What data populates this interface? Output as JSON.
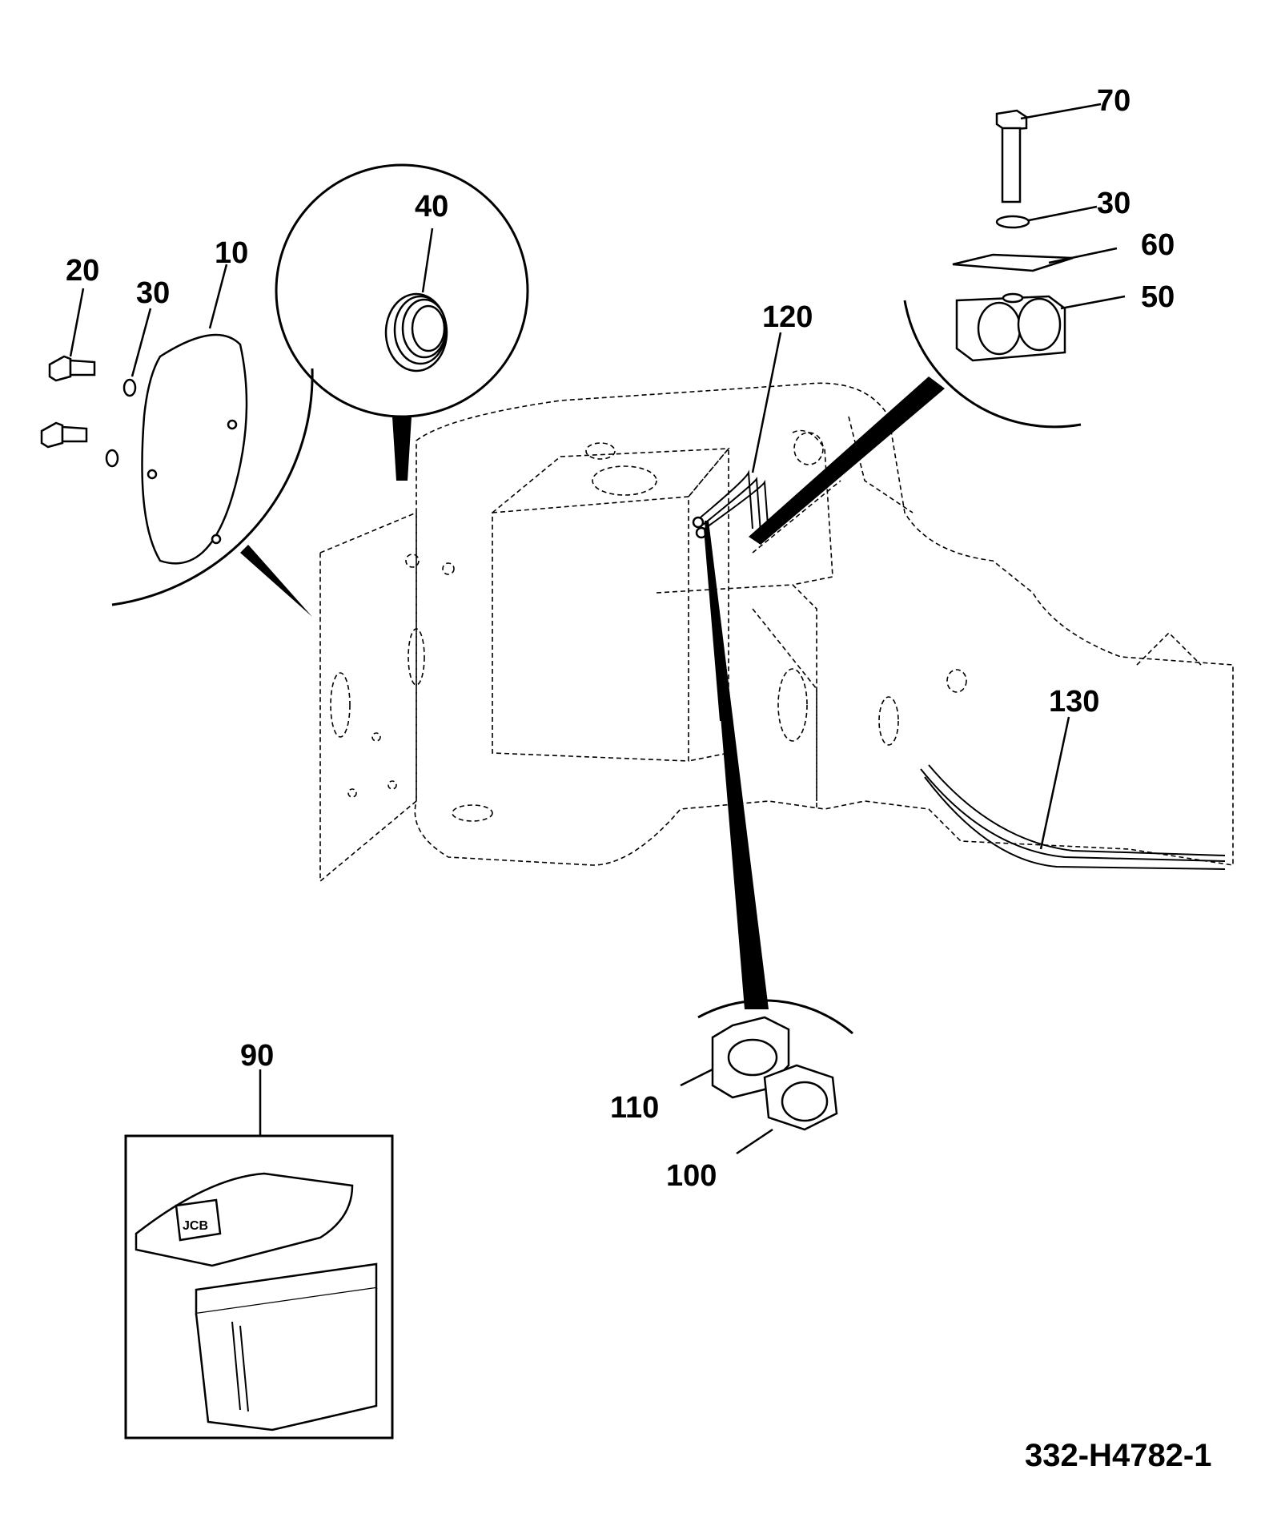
{
  "callouts": [
    {
      "id": "c10",
      "label": "10"
    },
    {
      "id": "c20",
      "label": "20"
    },
    {
      "id": "c30a",
      "label": "30"
    },
    {
      "id": "c40",
      "label": "40"
    },
    {
      "id": "c70",
      "label": "70"
    },
    {
      "id": "c30b",
      "label": "30"
    },
    {
      "id": "c60",
      "label": "60"
    },
    {
      "id": "c50",
      "label": "50"
    },
    {
      "id": "c120",
      "label": "120"
    },
    {
      "id": "c130",
      "label": "130"
    },
    {
      "id": "c90",
      "label": "90"
    },
    {
      "id": "c110",
      "label": "110"
    },
    {
      "id": "c100",
      "label": "100"
    }
  ],
  "drawing_number": "332-H4782-1",
  "logo_text": "JCB"
}
